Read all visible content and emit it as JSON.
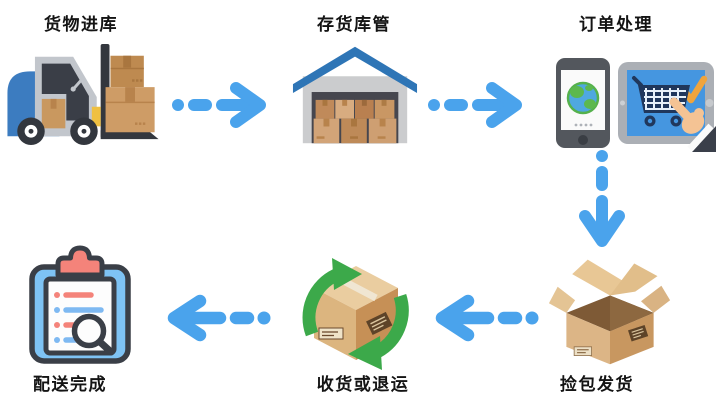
{
  "steps": [
    {
      "label": "货物进库",
      "icon": "forklift-truck-icon"
    },
    {
      "label": "存货库管",
      "icon": "warehouse-icon"
    },
    {
      "label": "订单处理",
      "icon": "phone-tablet-shopping-icon"
    },
    {
      "label": "捡包发货",
      "icon": "open-box-icon"
    },
    {
      "label": "收货或退运",
      "icon": "recycle-box-icon"
    },
    {
      "label": "配送完成",
      "icon": "delivery-checklist-icon"
    }
  ],
  "arrows": [
    {
      "from": "货物进库",
      "to": "存货库管",
      "direction": "right",
      "style": "dashed"
    },
    {
      "from": "存货库管",
      "to": "订单处理",
      "direction": "right",
      "style": "dashed"
    },
    {
      "from": "订单处理",
      "to": "捡包发货",
      "direction": "down",
      "style": "dashed"
    },
    {
      "from": "捡包发货",
      "to": "收货或退运",
      "direction": "left",
      "style": "dashed"
    },
    {
      "from": "收货或退运",
      "to": "配送完成",
      "direction": "left",
      "style": "dashed"
    }
  ],
  "colors": {
    "background": "#ffffff",
    "arrow_blue": "#4AA3EC",
    "label_text": "#141414",
    "warehouse_roof_blue": "#2E75B6",
    "carton_brown": "#CE9C66",
    "recycle_green": "#3CA94A",
    "clipboard_blue": "#7EC3F4",
    "clip_red": "#F4837A",
    "check_orange": "#F0A43C",
    "tablet_screen_blue": "#4596E0"
  }
}
